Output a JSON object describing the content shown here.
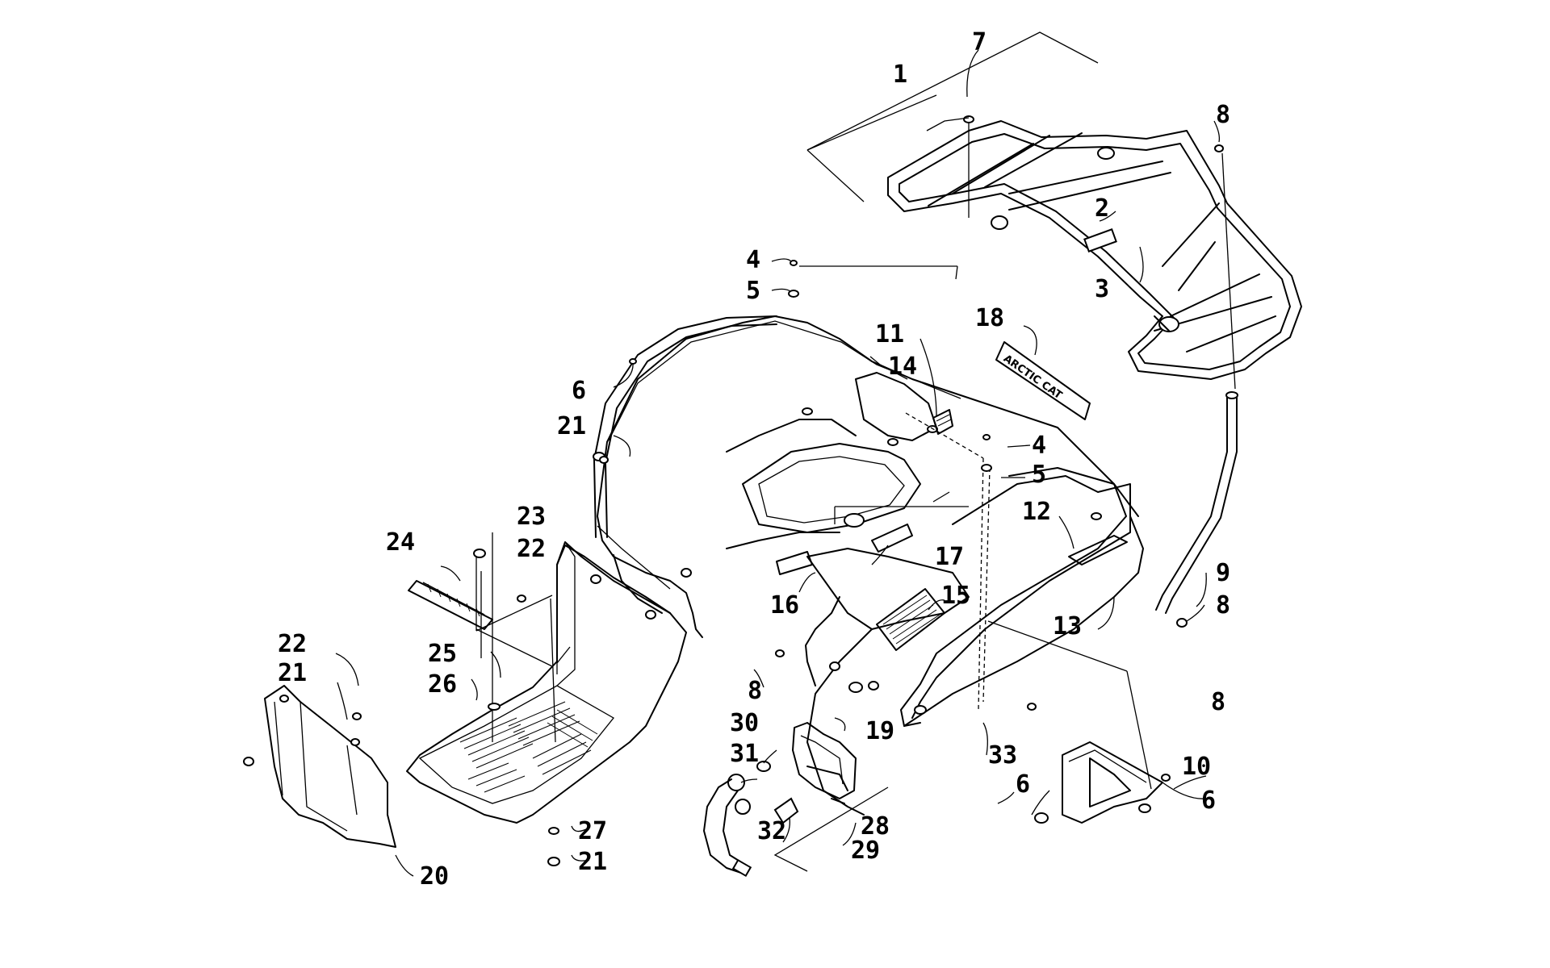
{
  "callouts": [
    {
      "id": "c1",
      "text": "1"
    },
    {
      "id": "c2",
      "text": "2"
    },
    {
      "id": "c3",
      "text": "3"
    },
    {
      "id": "c4a",
      "text": "4"
    },
    {
      "id": "c4b",
      "text": "4"
    },
    {
      "id": "c5a",
      "text": "5"
    },
    {
      "id": "c5b",
      "text": "5"
    },
    {
      "id": "c6a",
      "text": "6"
    },
    {
      "id": "c6b",
      "text": "6"
    },
    {
      "id": "c6c",
      "text": "6"
    },
    {
      "id": "c7",
      "text": "7"
    },
    {
      "id": "c8a",
      "text": "8"
    },
    {
      "id": "c8b",
      "text": "8"
    },
    {
      "id": "c8c",
      "text": "8"
    },
    {
      "id": "c8d",
      "text": "8"
    },
    {
      "id": "c9",
      "text": "9"
    },
    {
      "id": "c10",
      "text": "10"
    },
    {
      "id": "c11",
      "text": "11"
    },
    {
      "id": "c12",
      "text": "12"
    },
    {
      "id": "c13",
      "text": "13"
    },
    {
      "id": "c14",
      "text": "14"
    },
    {
      "id": "c15",
      "text": "15"
    },
    {
      "id": "c16",
      "text": "16"
    },
    {
      "id": "c17",
      "text": "17"
    },
    {
      "id": "c18",
      "text": "18"
    },
    {
      "id": "c19",
      "text": "19"
    },
    {
      "id": "c20",
      "text": "20"
    },
    {
      "id": "c21a",
      "text": "21"
    },
    {
      "id": "c21b",
      "text": "21"
    },
    {
      "id": "c21c",
      "text": "21"
    },
    {
      "id": "c22a",
      "text": "22"
    },
    {
      "id": "c22b",
      "text": "22"
    },
    {
      "id": "c23",
      "text": "23"
    },
    {
      "id": "c24",
      "text": "24"
    },
    {
      "id": "c25",
      "text": "25"
    },
    {
      "id": "c26",
      "text": "26"
    },
    {
      "id": "c27",
      "text": "27"
    },
    {
      "id": "c28",
      "text": "28"
    },
    {
      "id": "c29",
      "text": "29"
    },
    {
      "id": "c30",
      "text": "30"
    },
    {
      "id": "c31",
      "text": "31"
    },
    {
      "id": "c32",
      "text": "32"
    },
    {
      "id": "c33",
      "text": "33"
    }
  ],
  "decal_lettering": "ARCTIC CAT"
}
